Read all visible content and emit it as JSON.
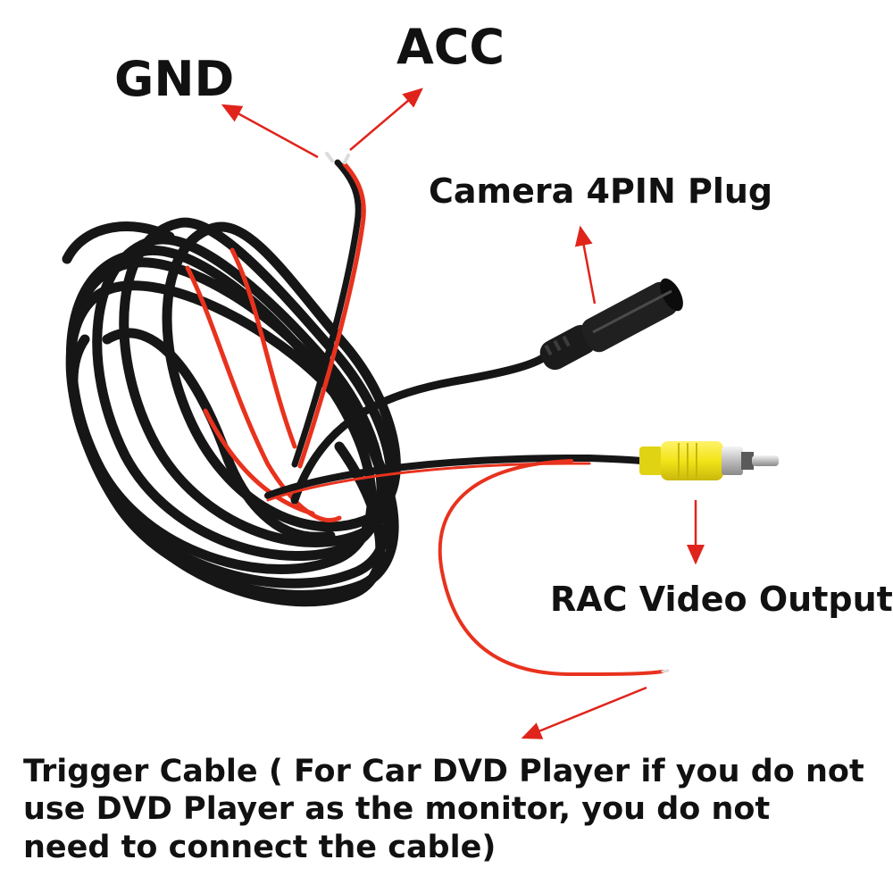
{
  "labels": {
    "gnd": "GND",
    "acc": "ACC",
    "camera_plug": "Camera 4PIN Plug",
    "video_output": "RAC Video Output",
    "trigger_lines": [
      "Trigger Cable ( For Car DVD Player if you do not",
      "use DVD Player as the monitor, you do not",
      "need to connect the cable)"
    ]
  },
  "colors": {
    "background": "#ffffff",
    "text": "#111111",
    "arrow": "#e0241b",
    "cable_black": "#161616",
    "wire_red": "#e8321e",
    "rca_yellow": "#f2e418"
  },
  "icons": [
    "arrow-icon"
  ]
}
